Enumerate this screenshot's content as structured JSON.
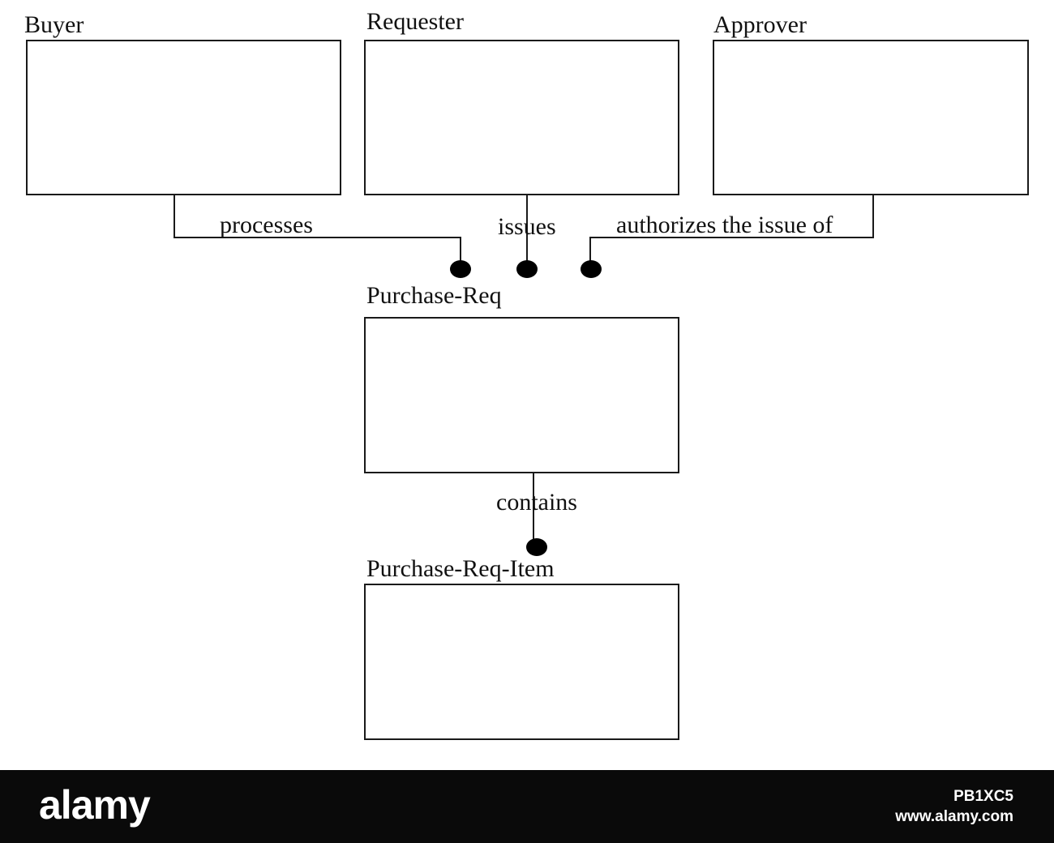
{
  "diagram": {
    "entities": {
      "buyer": "Buyer",
      "requester": "Requester",
      "approver": "Approver",
      "purchase_req": "Purchase-Req",
      "purchase_req_item": "Purchase-Req-Item"
    },
    "relationships": {
      "processes": "processes",
      "issues": "issues",
      "authorizes": "authorizes the issue of",
      "contains": "contains"
    }
  },
  "footer": {
    "logo": "alamy",
    "image_id": "PB1XC5",
    "site": "www.alamy.com"
  },
  "colors": {
    "footer_background": "#0a0a0a",
    "footer_text": "#ffffff",
    "line": "#1a1a1a"
  }
}
